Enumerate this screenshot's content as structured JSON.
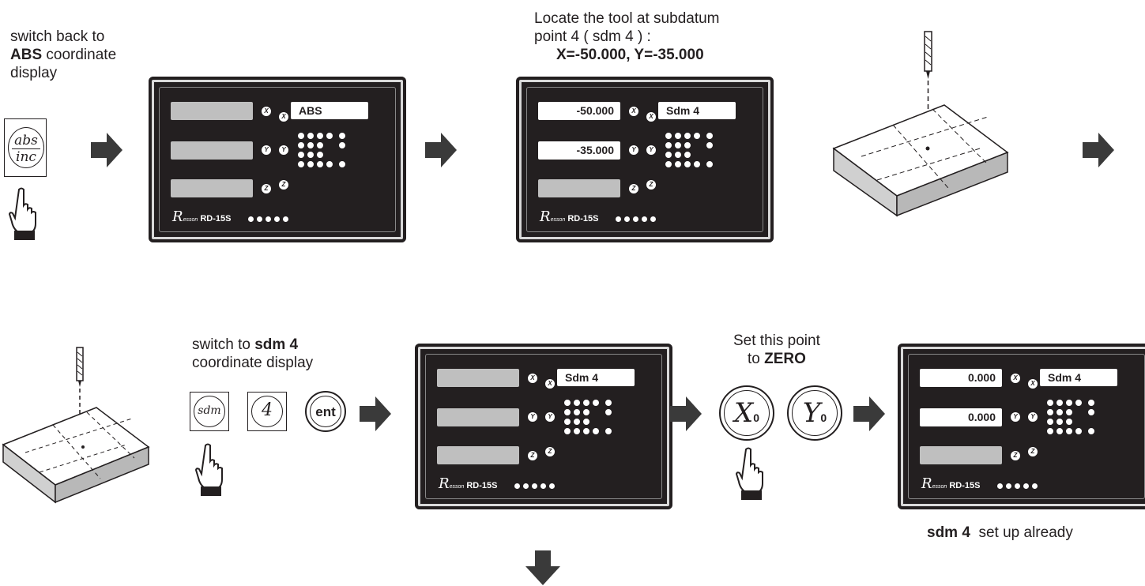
{
  "captions": {
    "step1_line1": "switch back to",
    "step1_bold": "ABS",
    "step1_line2_rest": " coordinate",
    "step1_line3": "display",
    "step2_line1": "Locate the tool at subdatum",
    "step2_line2": "point 4 ( sdm 4 ) :",
    "step2_line3": "X=-50.000, Y=-35.000",
    "step4_line1_a": "switch to ",
    "step4_line1_bold": "sdm 4",
    "step4_line2": "coordinate display",
    "step5_line1": "Set this point",
    "step5_line2_a": "to ",
    "step5_line2_bold": "ZERO",
    "final_bold": "sdm 4",
    "final_rest": "  set up already"
  },
  "keys": {
    "abs_num": "abs",
    "abs_den": "inc",
    "sdm": "sdm",
    "four": "4",
    "ent": "ent",
    "x0": "X",
    "x0_sub": "0",
    "y0": "Y",
    "y0_sub": "0"
  },
  "panels": [
    {
      "mode": "ABS",
      "x": "",
      "y": "",
      "z": "",
      "model": "RD-15S",
      "brand": "R",
      "brand_small": "esson"
    },
    {
      "mode": "Sdm 4",
      "x": "-50.000",
      "y": "-35.000",
      "z": "",
      "model": "RD-15S",
      "brand": "R",
      "brand_small": "esson"
    },
    {
      "mode": "Sdm 4",
      "x": "",
      "y": "",
      "z": "",
      "model": "RD-15S",
      "brand": "R",
      "brand_small": "esson"
    },
    {
      "mode": "Sdm 4",
      "x": "0.000",
      "y": "0.000",
      "z": "",
      "model": "RD-15S",
      "brand": "R",
      "brand_small": "esson"
    }
  ],
  "axis_labels": {
    "x": "X",
    "y": "Y",
    "z": "Z"
  },
  "colors": {
    "panel": "#231f20",
    "display_off": "#bfbfbf",
    "display_on": "#ffffff",
    "arrow": "#3a3a3a"
  }
}
